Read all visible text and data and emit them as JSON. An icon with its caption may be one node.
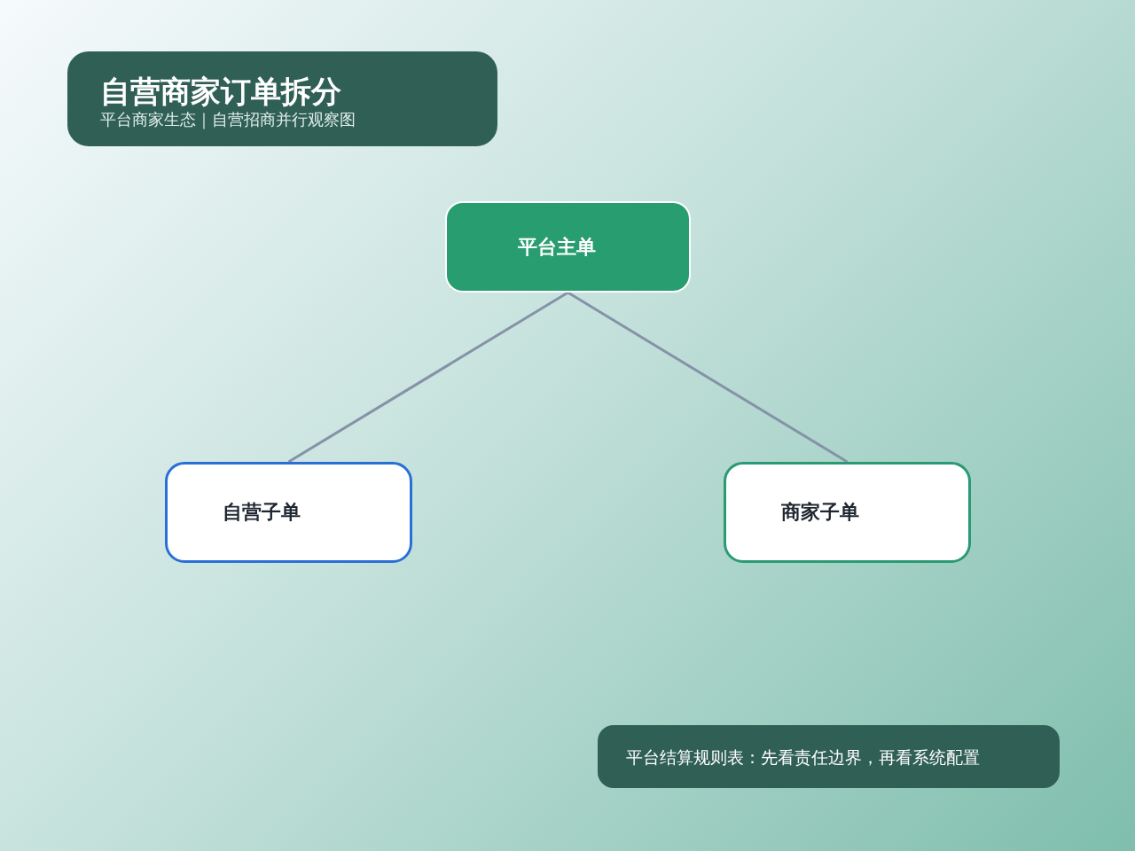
{
  "diagram": {
    "title": "自营商家订单拆分",
    "nodes": [
      {
        "text": [
          "平台主单"
        ]
      },
      {
        "text": [
          "自营子单"
        ]
      },
      {
        "text": [
          "商家子单"
        ]
      },
      {
        "text": [
          "平台结算规则表：先看责任边界，再看系统配置"
        ]
      }
    ],
    "edges": [
      {
        "from": 0,
        "to": 1,
        "arrow": "none"
      },
      {
        "from": 0,
        "to": 2,
        "arrow": "none"
      }
    ],
    "labels": [
      "平台商家生态｜自营招商并行观察图"
    ]
  }
}
